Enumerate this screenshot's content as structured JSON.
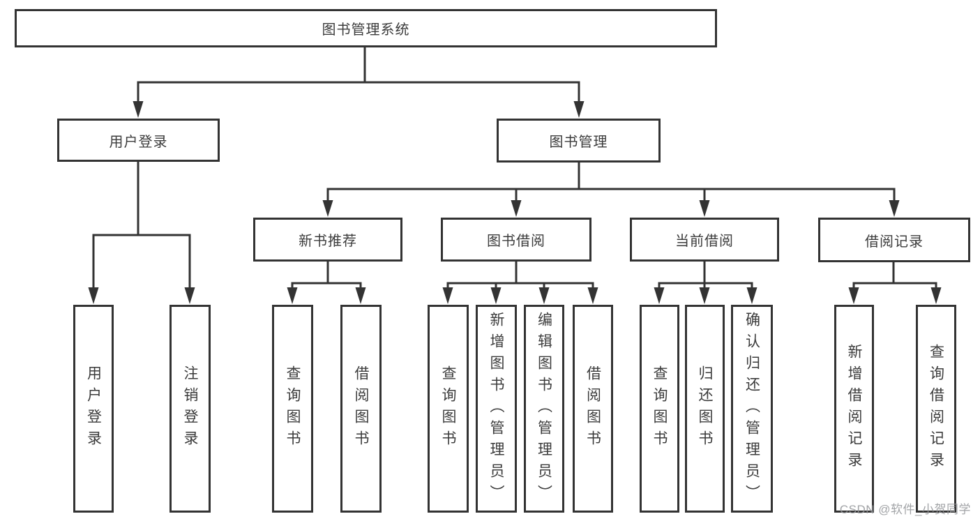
{
  "diagram": {
    "type": "hierarchy-tree",
    "root": {
      "label": "图书管理系统"
    },
    "branches": [
      {
        "label": "用户登录",
        "children": [
          {
            "label": "用户登录"
          },
          {
            "label": "注销登录"
          }
        ]
      },
      {
        "label": "图书管理",
        "children": [
          {
            "label": "新书推荐",
            "children": [
              {
                "label": "查询图书"
              },
              {
                "label": "借阅图书"
              }
            ]
          },
          {
            "label": "图书借阅",
            "children": [
              {
                "label": "查询图书"
              },
              {
                "label": "新增图书（管理员）"
              },
              {
                "label": "编辑图书（管理员）"
              },
              {
                "label": "借阅图书"
              }
            ]
          },
          {
            "label": "当前借阅",
            "children": [
              {
                "label": "查询图书"
              },
              {
                "label": "归还图书"
              },
              {
                "label": "确认归还（管理员）"
              }
            ]
          },
          {
            "label": "借阅记录",
            "children": [
              {
                "label": "新增借阅记录"
              },
              {
                "label": "查询借阅记录"
              }
            ]
          }
        ]
      }
    ]
  },
  "watermark": {
    "text": "CSDN @软件_小贺同学"
  },
  "colors": {
    "line": "#333333",
    "box_border": "#333333",
    "text": "#3b3b3b",
    "background": "#ffffff",
    "watermark": "#94969a"
  }
}
